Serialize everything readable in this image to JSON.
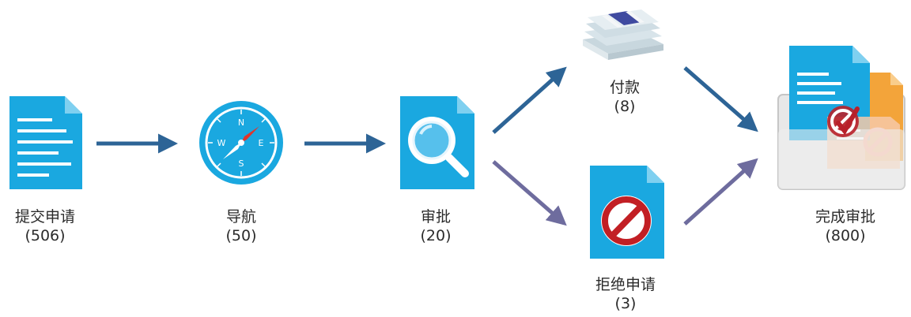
{
  "colors": {
    "doc_blue": "#1aa8e0",
    "doc_fold": "#7fd0f0",
    "arrow_blue": "#2d6496",
    "arrow_purple": "#6e6c9e",
    "reject_red": "#c21f24",
    "tray_gray": "#e6e6e6",
    "orange": "#f3a43a"
  },
  "nodes": {
    "submit": {
      "name": "提交申请",
      "count": "(506)",
      "icon": "document-icon"
    },
    "navigate": {
      "name": "导航",
      "count": "(50)",
      "icon": "compass-icon"
    },
    "review": {
      "name": "审批",
      "count": "(20)",
      "icon": "magnifier-document-icon"
    },
    "payment": {
      "name": "付款",
      "count": "(8)",
      "icon": "money-stack-icon"
    },
    "reject": {
      "name": "拒绝申请",
      "count": "(3)",
      "icon": "no-entry-document-icon"
    },
    "complete": {
      "name": "完成审批",
      "count": "(800)",
      "icon": "inbox-tray-icon"
    }
  },
  "compass_letters": {
    "n": "N",
    "e": "E",
    "s": "S",
    "w": "W"
  }
}
